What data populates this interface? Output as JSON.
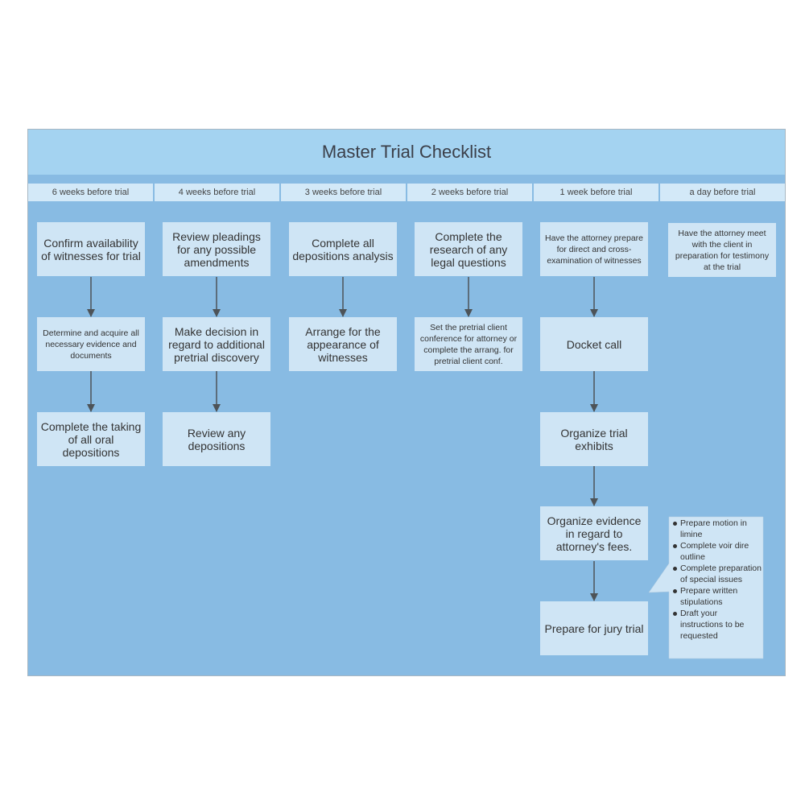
{
  "title": "Master Trial Checklist",
  "columns": [
    "6 weeks before trial",
    "4 weeks before trial",
    "3 weeks before trial",
    "2 weeks before trial",
    "1 week before trial",
    "a day before trial"
  ],
  "tasks": {
    "c1": [
      "Confirm availability of witnesses for trial",
      "Determine and acquire all necessary evidence and documents",
      "Complete the taking of all oral depositions"
    ],
    "c2": [
      "Review pleadings for any possible amendments",
      "Make decision in regard to additional pretrial discovery",
      "Review any depositions"
    ],
    "c3": [
      "Complete all depositions analysis",
      "Arrange for the appearance of witnesses"
    ],
    "c4": [
      "Complete the research of any legal questions",
      "Set the pretrial client conference for attorney or complete the arrang. for pretrial client conf."
    ],
    "c5": [
      "Have the attorney prepare for direct and cross-examination of witnesses",
      "Docket call",
      "Organize trial exhibits",
      "Organize evidence in regard to attorney's fees.",
      "Prepare for jury trial"
    ],
    "c6": [
      "Have the attorney meet with the client in preparation for testimony at the trial"
    ]
  },
  "callout": {
    "items": [
      "Prepare motion in limine",
      "Complete voir dire outline",
      "Complete preparation of special issues",
      "Prepare written stipulations",
      "Draft your instructions to be requested"
    ]
  },
  "colors": {
    "board": "#88bbe3",
    "title_bar": "#a4d3f1",
    "header": "#d3e9f8",
    "box": "#cfe5f5",
    "arrow": "#4d5358"
  }
}
